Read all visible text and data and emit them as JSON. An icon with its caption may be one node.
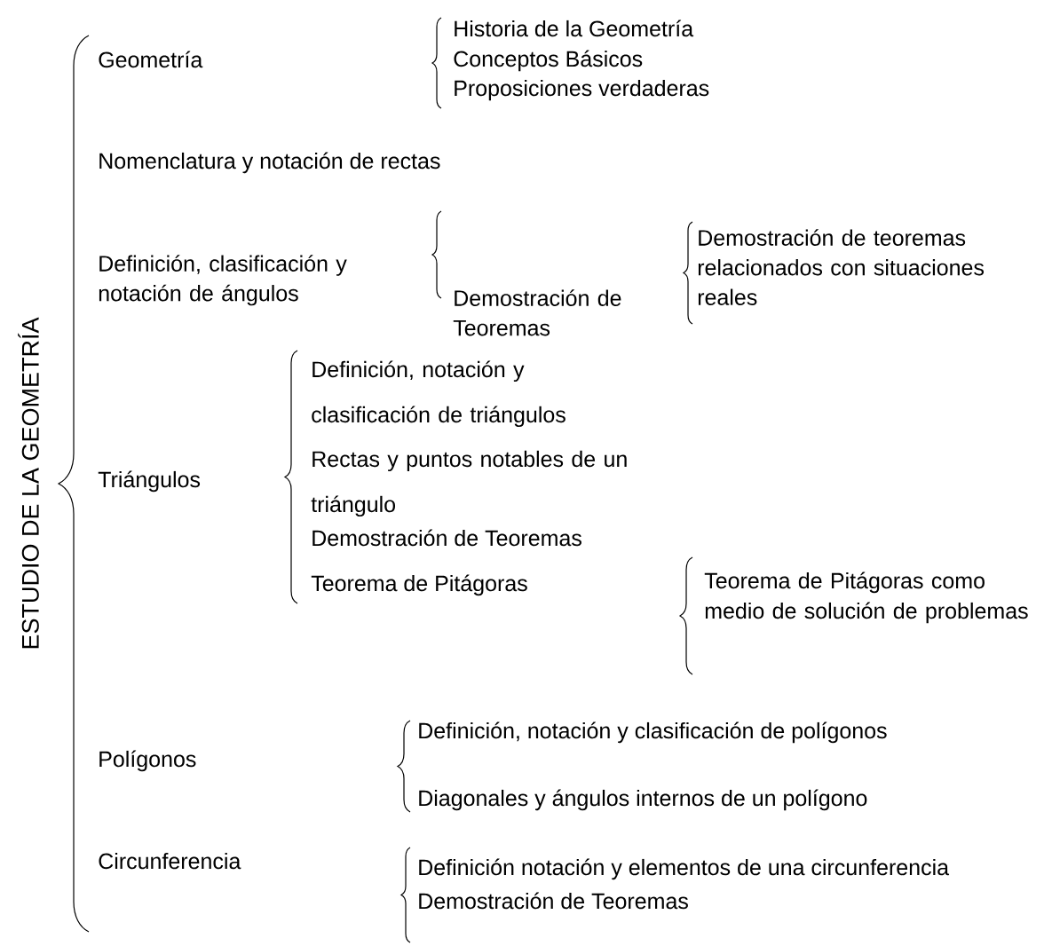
{
  "diagram": {
    "labels": [
      "ESTUDIO DE LA GEOMETRÍA",
      "Historia de la Geometría",
      "Geometría",
      "Conceptos Básicos",
      "Proposiciones verdaderas",
      "Nomenclatura y notación de rectas",
      "Demostración de teoremas relacionados con situaciones reales",
      "Definición, clasificación y notación de ángulos",
      "Demostración de Teoremas",
      "Definición, notación y clasificación de triángulos",
      "Rectas y puntos notables de un triángulo",
      "Triángulos",
      "Demostración de Teoremas",
      "Teorema de Pitágoras",
      "Teorema de Pitágoras como medio de solución de problemas",
      "Definición, notación y clasificación de polígonos",
      "Polígonos",
      "Diagonales y ángulos internos de un polígono",
      "Circunferencia",
      "Definición notación y elementos de una circunferencia",
      "Demostración de Teoremas"
    ]
  }
}
